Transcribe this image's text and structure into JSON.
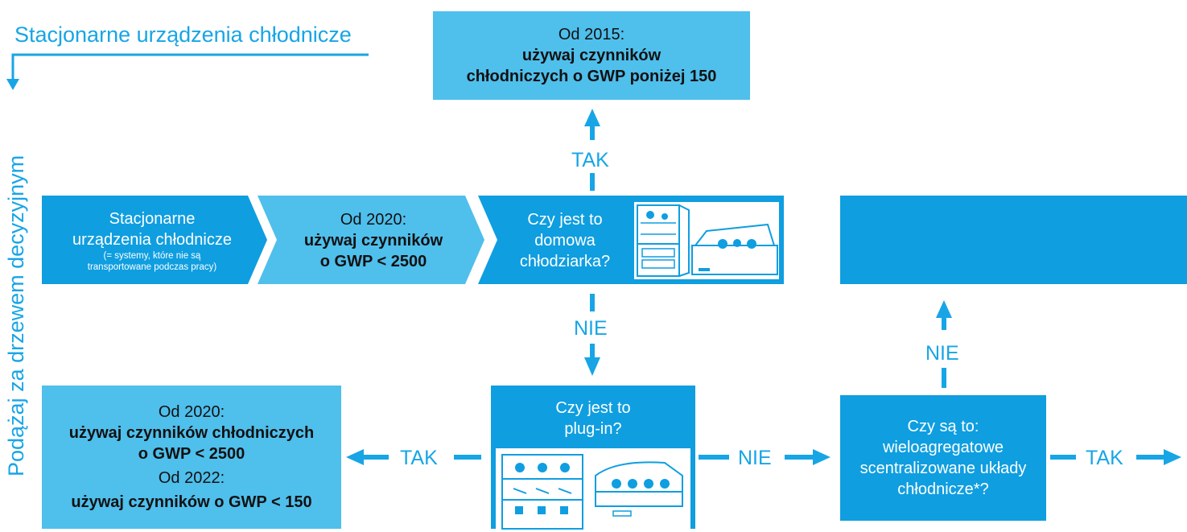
{
  "header": {
    "title": "Stacjonarne urządzenia chłodnicze",
    "vertical_label": "Podążaj za drzewem decyzyjnym"
  },
  "top_box": {
    "line1": "Od 2015:",
    "line2": "używaj czynników",
    "line3": "chłodniczych o GWP poniżej 150"
  },
  "row1": {
    "box1": {
      "line1": "Stacjonarne",
      "line2": "urządzenia chłodnicze",
      "note1": "(= systemy, które nie są",
      "note2": "transportowane podczas pracy)"
    },
    "box2": {
      "line1": "Od 2020:",
      "line2": "używaj czynników",
      "line3": "o GWP < 2500"
    },
    "box3": {
      "line1": "Czy jest to",
      "line2": "domowa",
      "line3": "chłodziarka?"
    }
  },
  "labels": {
    "tak_up": "TAK",
    "nie_down": "NIE",
    "nie_up": "NIE",
    "tak_left": "TAK",
    "nie_right": "NIE",
    "tak_right": "TAK"
  },
  "bottom": {
    "left_box": {
      "line1": "Od 2020:",
      "line2": "używaj czynników chłodniczych",
      "line3": "o GWP < 2500",
      "line4": "Od 2022:",
      "line5": "używaj czynników o GWP < 150"
    },
    "plugin_box": {
      "line1": "Czy jest to",
      "line2": "plug-in?"
    },
    "central_box": {
      "line1": "Czy są to:",
      "line2": "wieloagregatowe",
      "line3": "scentralizowane układy",
      "line4": "chłodnicze*?"
    }
  },
  "colors": {
    "light": "#4fbfec",
    "dark": "#0f9ee0",
    "text_blue": "#17a5e6"
  },
  "icons": [
    "fridge-icon",
    "chest-freezer-icon",
    "shelf-cabinet-icon",
    "display-counter-icon"
  ]
}
